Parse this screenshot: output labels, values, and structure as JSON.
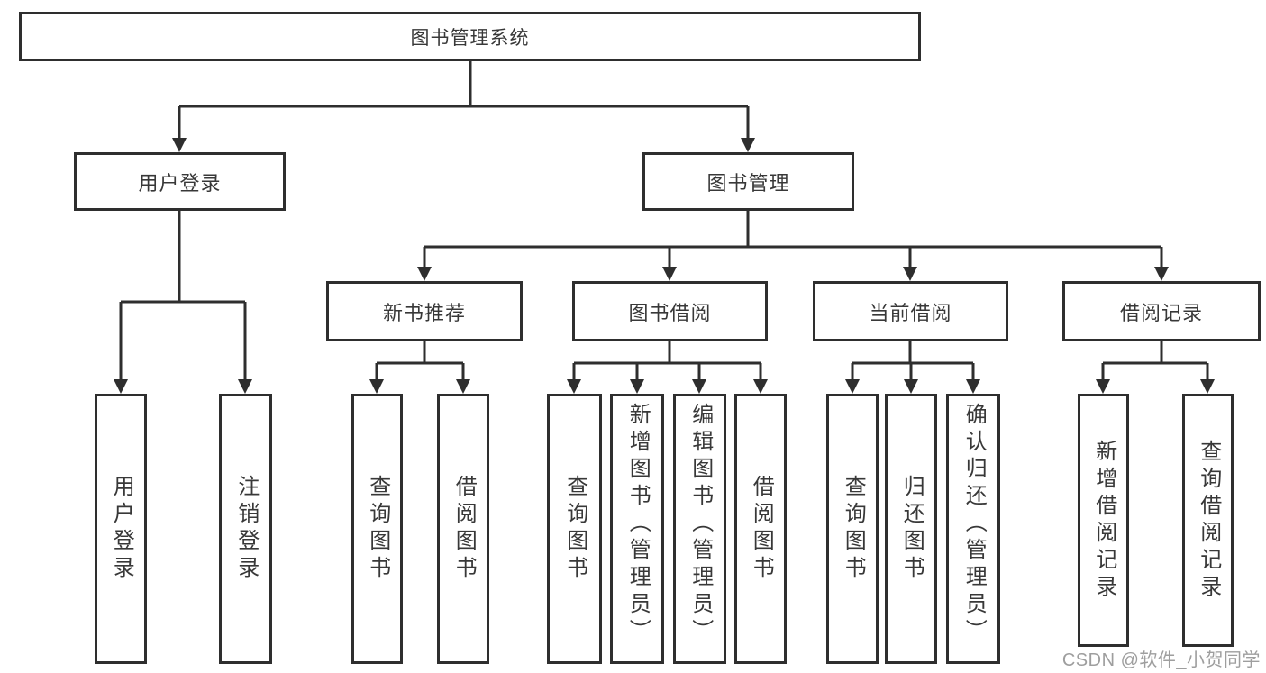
{
  "diagram": {
    "root": {
      "label": "图书管理系统"
    },
    "user_login": {
      "label": "用户登录",
      "children": [
        {
          "label": "用户登录"
        },
        {
          "label": "注销登录"
        }
      ]
    },
    "book_management": {
      "label": "图书管理",
      "modules": [
        {
          "label": "新书推荐",
          "children": [
            {
              "label": "查询图书"
            },
            {
              "label": "借阅图书"
            }
          ]
        },
        {
          "label": "图书借阅",
          "children": [
            {
              "label": "查询图书"
            },
            {
              "label": "新增图书（管理员）"
            },
            {
              "label": "编辑图书（管理员）"
            },
            {
              "label": "借阅图书"
            }
          ]
        },
        {
          "label": "当前借阅",
          "children": [
            {
              "label": "查询图书"
            },
            {
              "label": "归还图书"
            },
            {
              "label": "确认归还（管理员）"
            }
          ]
        },
        {
          "label": "借阅记录",
          "children": [
            {
              "label": "新增借阅记录"
            },
            {
              "label": "查询借阅记录"
            }
          ]
        }
      ]
    }
  },
  "watermark": {
    "text": "CSDN @软件_小贺同学"
  },
  "colors": {
    "line": "#2e2e2e",
    "text": "#383838",
    "watermark": "#9e9e9e",
    "background": "#ffffff"
  }
}
